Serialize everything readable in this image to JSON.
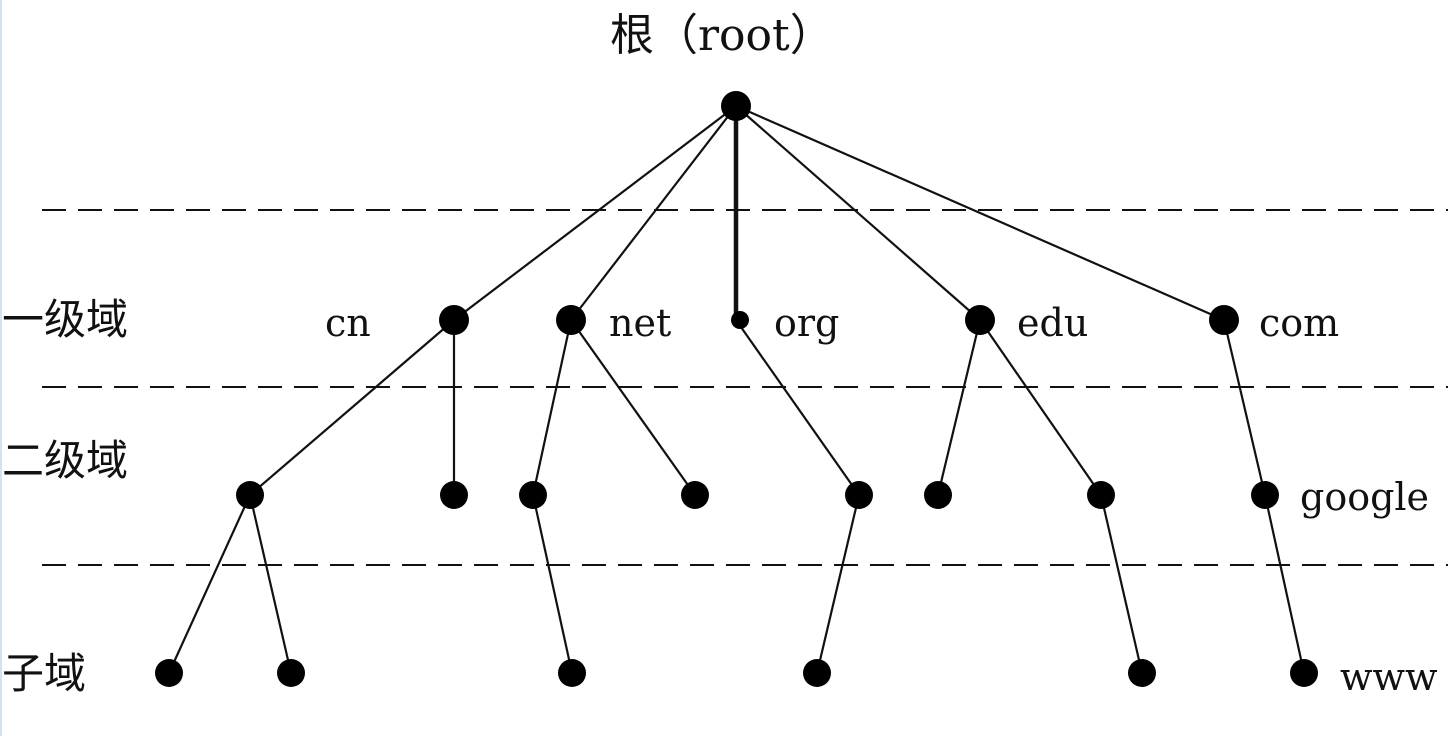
{
  "diagram": {
    "title": "根（root）",
    "level_labels": {
      "top_level": "一级域",
      "second_level": "二级域",
      "subdomain": "子域"
    },
    "domains": {
      "cn": "cn",
      "net": "net",
      "org": "org",
      "edu": "edu",
      "com": "com",
      "google": "google",
      "www": "www"
    }
  }
}
